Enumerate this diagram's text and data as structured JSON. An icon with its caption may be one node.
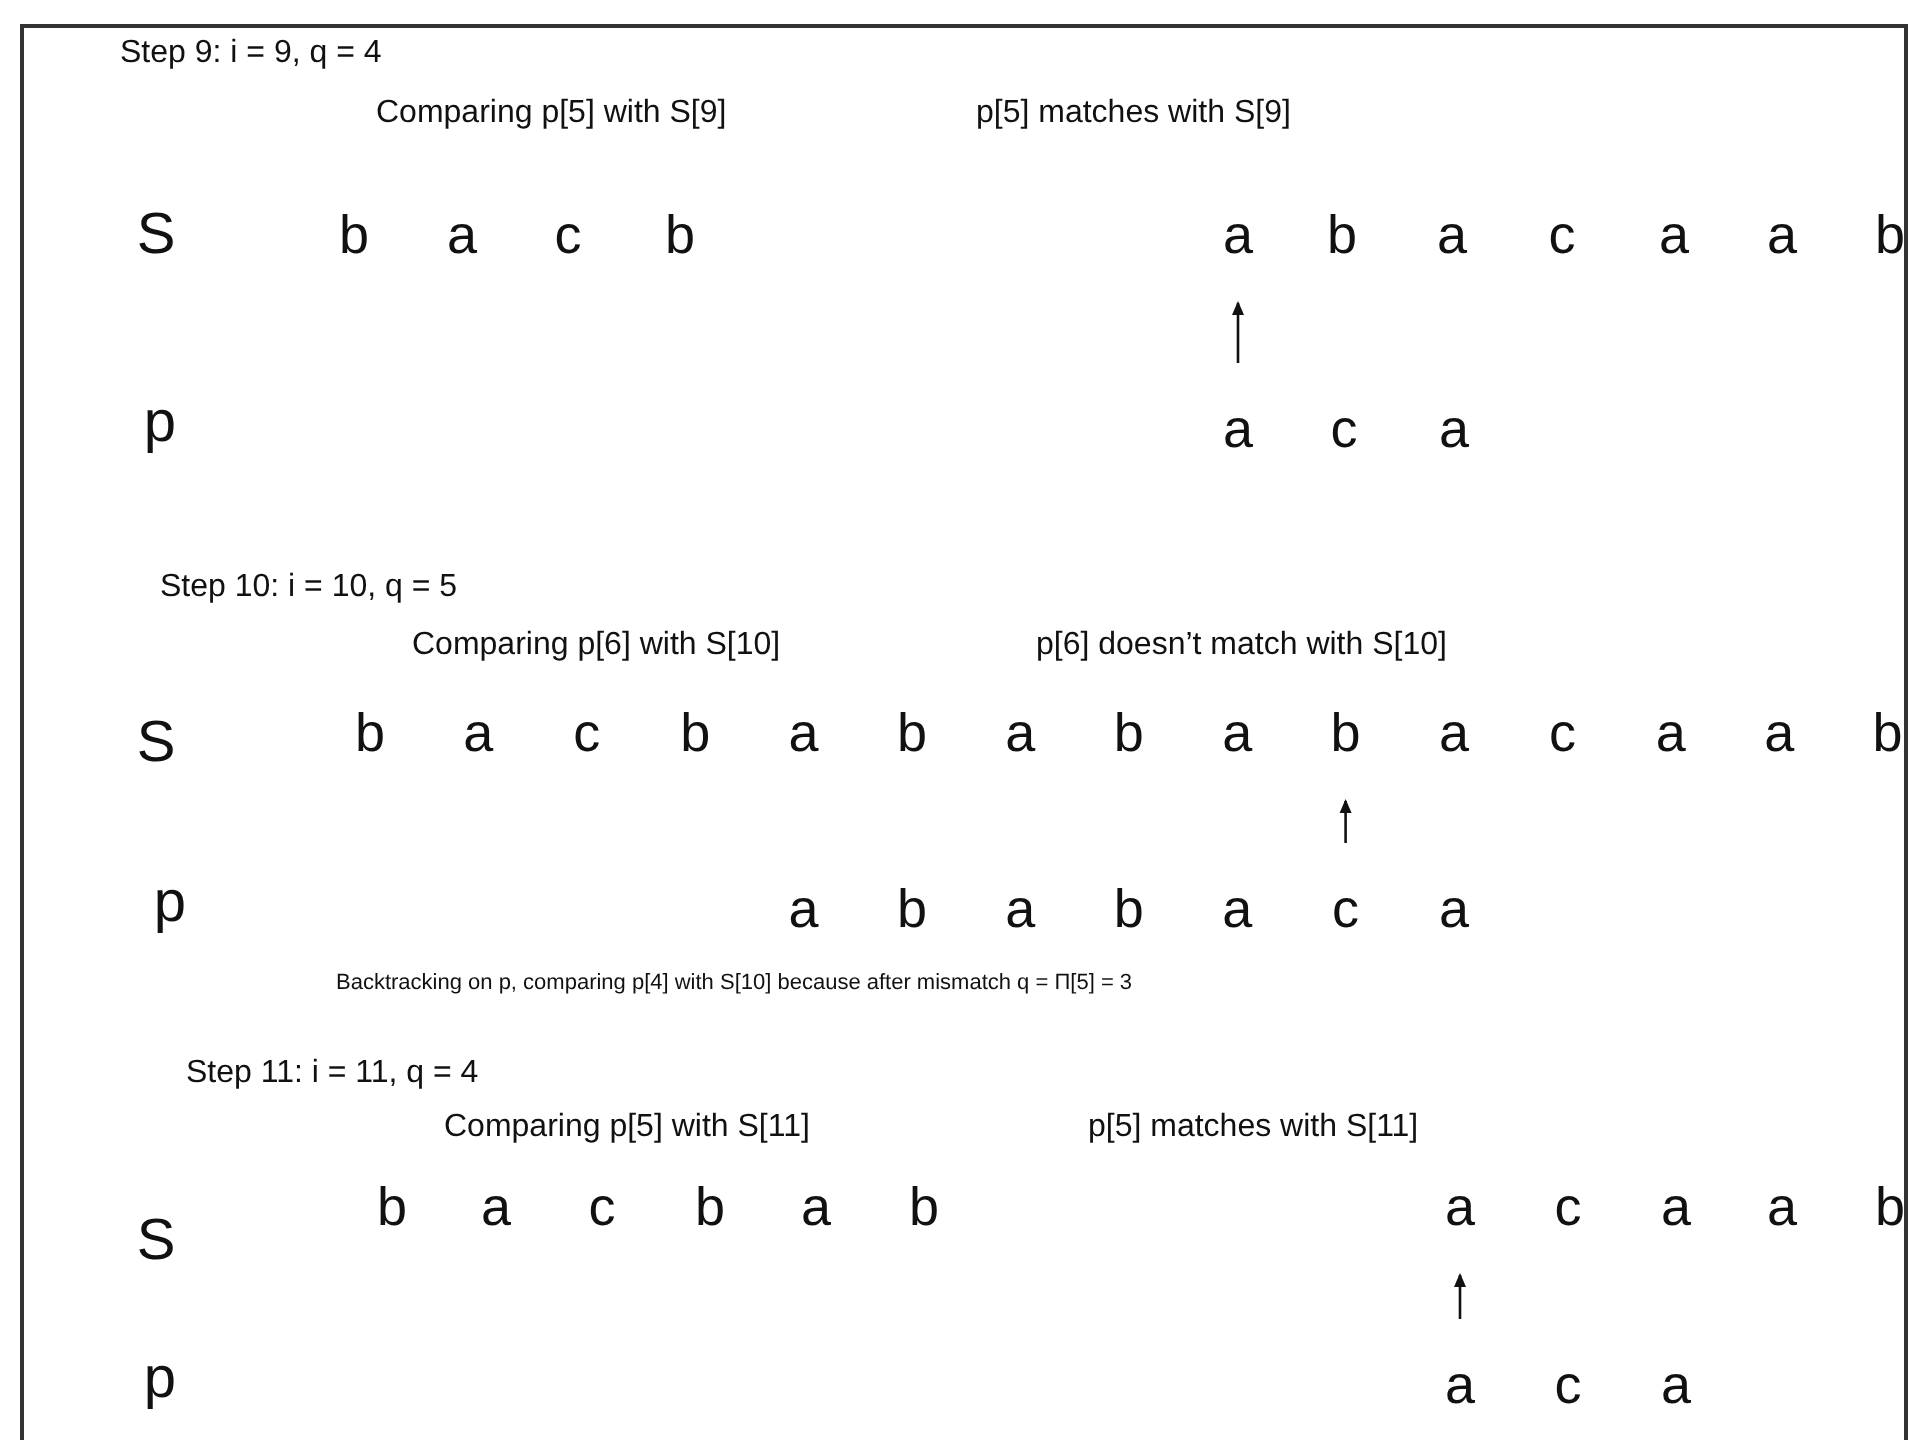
{
  "diagram": {
    "nodes": [
      {
        "text": [
          "a"
        ]
      },
      {
        "text": [
          "a"
        ]
      },
      {
        "text": [
          "b"
        ]
      },
      {
        "text": [
          "c"
        ]
      },
      {
        "text": [
          "a"
        ]
      },
      {
        "text": [
          "a"
        ]
      }
    ],
    "edges": [
      {
        "from": 1,
        "to": 0,
        "arrow": "to"
      },
      {
        "from": 3,
        "to": 2,
        "arrow": "to"
      },
      {
        "from": 5,
        "to": 4,
        "arrow": "to"
      }
    ],
    "labels": [
      "Step 9: i = 9, q = 4",
      "Comparing p[5] with S[9]",
      "p[5] matches with S[9]",
      "S",
      "b",
      "a",
      "c",
      "b",
      "b",
      "a",
      "c",
      "a",
      "a",
      "b",
      "p",
      "c",
      "a",
      "Step 10: i = 10, q = 5",
      "Comparing p[6] with S[10]",
      "p[6] doesn’t match with S[10]",
      "S",
      "b",
      "a",
      "c",
      "b",
      "a",
      "b",
      "a",
      "b",
      "a",
      "a",
      "c",
      "a",
      "a",
      "b",
      "p",
      "a",
      "b",
      "a",
      "b",
      "a",
      "a",
      "Backtracking on p, comparing p[4] with S[10] because after mismatch q = Π[5] = 3",
      "Step 11: i = 11, q = 4",
      "Comparing p[5] with S[11]",
      "p[5] matches with S[11]",
      "S",
      "b",
      "a",
      "c",
      "b",
      "a",
      "b",
      "c",
      "a",
      "a",
      "b",
      "p",
      "c",
      "a"
    ]
  }
}
